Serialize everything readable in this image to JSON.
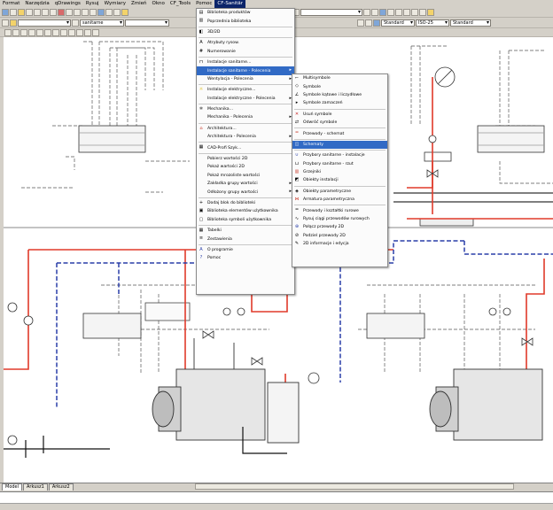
{
  "menubar": {
    "items": [
      "Format",
      "Narzędzia",
      "qDrawings",
      "Rysuj",
      "Wymiary",
      "Zmień",
      "Okno",
      "CF_Tools",
      "Pomoc",
      "CF-Sanitär"
    ],
    "active_index": 9
  },
  "toolbar": {
    "layer_value": "sanitarne",
    "style_value": "Standard",
    "dimstyle_value": "Standard",
    "scale_value": "ISO-25"
  },
  "tabs": [
    "Model",
    "Arkusz1",
    "Arkusz2"
  ],
  "main_menu": {
    "items": [
      {
        "label": "Biblioteka produktów",
        "icon": "library-icon",
        "sub": false
      },
      {
        "label": "Poprzednia biblioteka",
        "icon": "library-back-icon",
        "sub": false
      },
      {
        "sep": true
      },
      {
        "label": "3D/2D",
        "icon": "cube-icon",
        "sub": false
      },
      {
        "sep": true
      },
      {
        "label": "Atrybuty rysow.",
        "icon": "attribute-icon",
        "sub": false
      },
      {
        "label": "Numerowanie",
        "icon": "number-icon",
        "sub": false
      },
      {
        "sep": true
      },
      {
        "label": "Instalacje sanitarne...",
        "icon": "sanitary-icon",
        "sub": false
      },
      {
        "label": "Instalacje sanitarne - Polecenia",
        "icon": "",
        "sub": true,
        "hl": true
      },
      {
        "label": "Wentylacja - Polecenia",
        "icon": "",
        "sub": true
      },
      {
        "sep": true
      },
      {
        "label": "Instalacje elektryczne...",
        "icon": "bulb-icon",
        "sub": false
      },
      {
        "label": "Instalacje elektryczne - Polecenia",
        "icon": "",
        "sub": true
      },
      {
        "sep": true
      },
      {
        "label": "Mechanika...",
        "icon": "gear-icon",
        "sub": false
      },
      {
        "label": "Mechanika - Polecenia",
        "icon": "",
        "sub": true
      },
      {
        "sep": true
      },
      {
        "label": "Architektura...",
        "icon": "house-icon",
        "sub": false
      },
      {
        "label": "Architektura - Polecenia",
        "icon": "",
        "sub": true
      },
      {
        "sep": true
      },
      {
        "label": "CAD-Profi Szyk...",
        "icon": "grid-icon",
        "sub": false
      },
      {
        "sep": true
      },
      {
        "label": "Pobierz wartości 2D",
        "icon": "",
        "sub": false
      },
      {
        "label": "Pokaż wartości 2D",
        "icon": "",
        "sub": false
      },
      {
        "label": "Pokaż mrozoliste wartości",
        "icon": "",
        "sub": false
      },
      {
        "label": "Zakładka grupy wartości",
        "icon": "",
        "sub": true
      },
      {
        "label": "Odłożony grupy wartości",
        "icon": "",
        "sub": true
      },
      {
        "sep": true
      },
      {
        "label": "Dodaj blok do biblioteki",
        "icon": "add-block-icon",
        "sub": false
      },
      {
        "label": "Biblioteka elementów użytkownika",
        "icon": "user-lib-icon",
        "sub": false
      },
      {
        "label": "Biblioteka symboli użytkownika",
        "icon": "user-sym-icon",
        "sub": false
      },
      {
        "sep": true
      },
      {
        "label": "Tabelki",
        "icon": "table-icon",
        "sub": false
      },
      {
        "label": "Zestawienia",
        "icon": "list-icon",
        "sub": false
      },
      {
        "sep": true
      },
      {
        "label": "O programie",
        "icon": "info-icon",
        "sub": false
      },
      {
        "label": "Pomoc",
        "icon": "help-icon",
        "sub": false
      }
    ]
  },
  "sub_menu": {
    "items": [
      {
        "label": "Multisymbole",
        "icon": "multisymbol-icon"
      },
      {
        "label": "Symbole",
        "icon": "symbol-icon"
      },
      {
        "label": "Symbole kątowe i liczydłowe",
        "icon": "angle-symbol-icon"
      },
      {
        "label": "Symbole zamaczeń",
        "icon": "symbol-mark-icon"
      },
      {
        "sep": true
      },
      {
        "label": "Usuń symbole",
        "icon": "delete-symbol-icon"
      },
      {
        "label": "Odwróć symbole",
        "icon": "flip-symbol-icon"
      },
      {
        "sep": true
      },
      {
        "label": "Przewody - schemat",
        "icon": "pipe-schema-icon"
      },
      {
        "sep": true
      },
      {
        "label": "Schematy",
        "icon": "schema-icon",
        "hl": true
      },
      {
        "sep": true
      },
      {
        "label": "Przybory sanitarne - instalacje",
        "icon": "fixture-icon"
      },
      {
        "label": "Przybory sanitarne - rzut",
        "icon": "fixture-plan-icon"
      },
      {
        "label": "Grzejniki",
        "icon": "radiator-icon"
      },
      {
        "label": "Obiekty instalacji",
        "icon": "object-icon"
      },
      {
        "sep": true
      },
      {
        "label": "Obiekty parametryczne",
        "icon": "param-object-icon"
      },
      {
        "label": "Armatura parametryczna",
        "icon": "param-valve-icon"
      },
      {
        "sep": true
      },
      {
        "label": "Przewody i kształtki rurowe",
        "icon": "pipe-icon"
      },
      {
        "label": "Rysuj ciągi przewodów rurowych",
        "icon": "draw-pipe-icon"
      },
      {
        "label": "Połącz przewody 2D",
        "icon": "join-pipe-icon"
      },
      {
        "label": "Podziel przewody 2D",
        "icon": "split-pipe-icon"
      },
      {
        "label": "2D informacje i edycja",
        "icon": "info-edit-icon"
      }
    ]
  },
  "colors": {
    "pipe_red": "#e03a2a",
    "pipe_blue": "#2a3fa8",
    "menu_highlight": "#316ac5",
    "menubar_active": "#0a246a"
  }
}
